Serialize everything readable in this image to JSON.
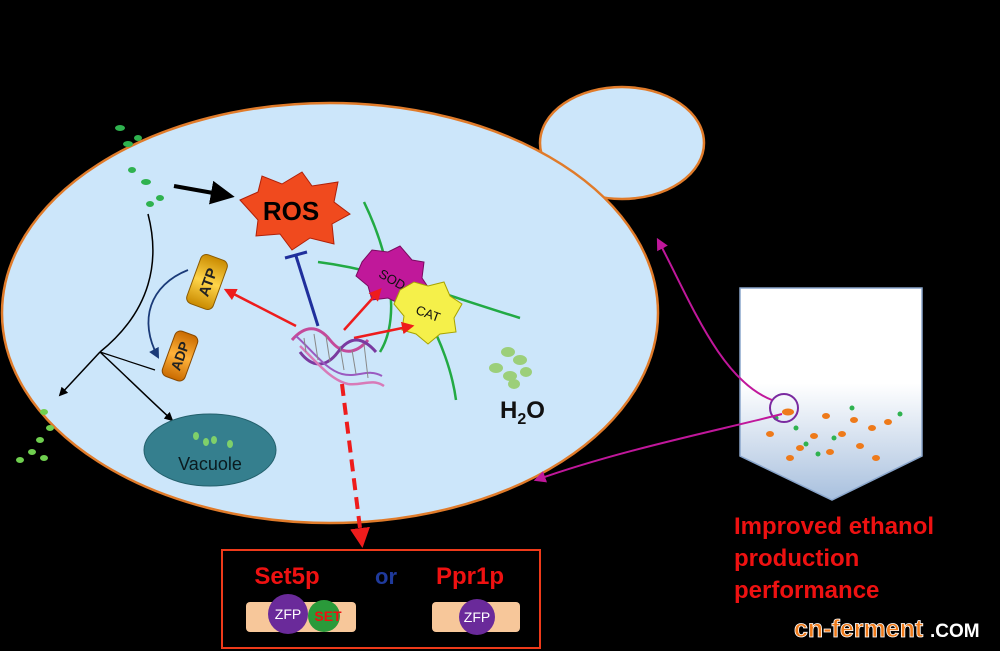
{
  "labels": {
    "ros": "ROS",
    "atp": "ATP",
    "adp": "ADP",
    "sod": "SOD",
    "cat": "CAT",
    "water_main": "H",
    "water_sub": "2",
    "water_tail": "O",
    "vacuole": "Vacuole"
  },
  "proteins": {
    "set5p": "Set5p",
    "or": "or",
    "ppr1p": "Ppr1p",
    "zfp_a": "ZFP",
    "set_domain": "SET",
    "zfp_b": "ZFP"
  },
  "outcome": {
    "line1": "Improved ethanol",
    "line2": "production",
    "line3": "performance"
  },
  "watermark": {
    "text": "cn-ferment",
    "suffix": ".COM"
  },
  "colors": {
    "background": "#000000",
    "cell_fill": "#cce6fa",
    "cell_border": "#e07b2a",
    "ros_red": "#f04a1e",
    "activation_red": "#ee1c1c",
    "inhibition_blue": "#1f2f9c",
    "flow_navy": "#1a3a78",
    "membrane_green": "#22aa44",
    "vacuole_teal": "#357f8e",
    "sod_magenta": "#c0189a",
    "cat_yellow": "#f5f04a",
    "zfp_purple": "#6a2a9a",
    "set_green": "#2a9a3a",
    "domain_box": "#f7c79a",
    "outcome_red": "#ee1111",
    "watermark_orange": "#ee7a1a",
    "arrow_magenta": "#c0179b"
  }
}
